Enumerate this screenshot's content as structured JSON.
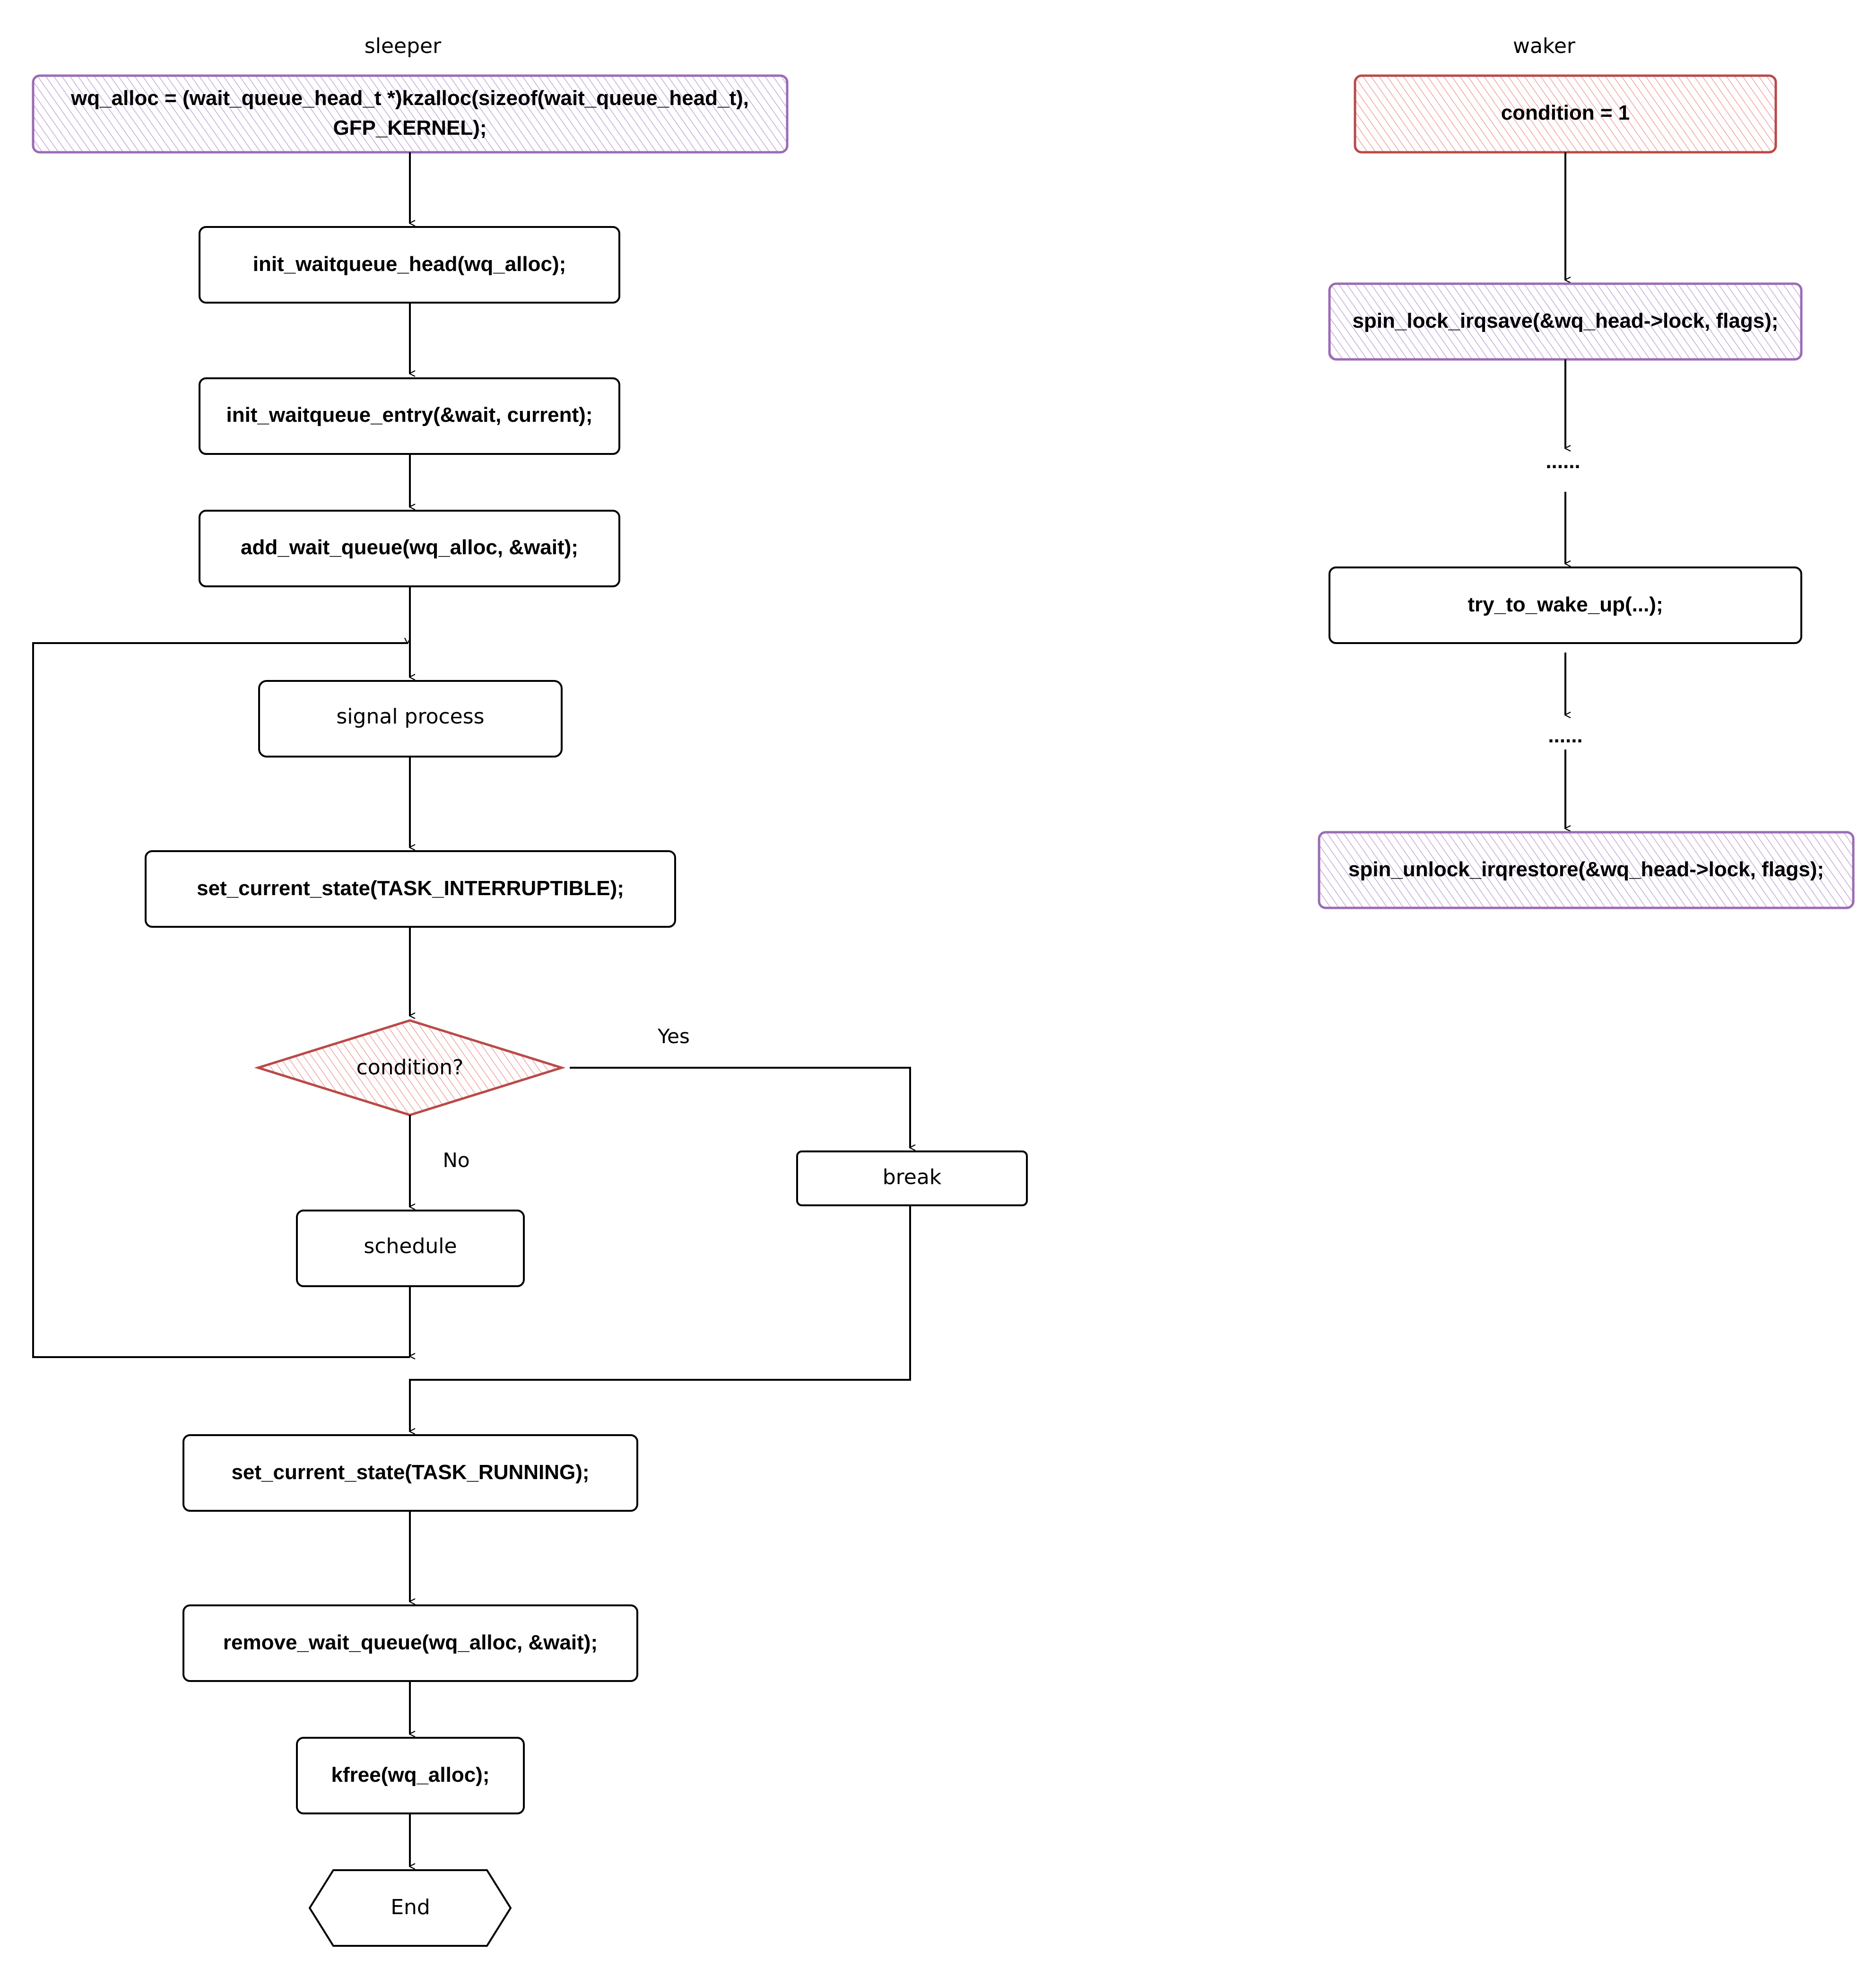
{
  "lanes": {
    "sleeper": "sleeper",
    "waker": "waker"
  },
  "sleeper": {
    "alloc_line1": "wq_alloc = (wait_queue_head_t *)kzalloc(sizeof(wait_queue_head_t),",
    "alloc_line2": "GFP_KERNEL);",
    "init_head": "init_waitqueue_head(wq_alloc);",
    "init_entry": "init_waitqueue_entry(&wait, current);",
    "add_wait": "add_wait_queue(wq_alloc, &wait);",
    "signal": "signal process",
    "set_interruptible": "set_current_state(TASK_INTERRUPTIBLE);",
    "condition": "condition?",
    "yes": "Yes",
    "no": "No",
    "break": "break",
    "schedule": "schedule",
    "set_running": "set_current_state(TASK_RUNNING);",
    "remove_wait": "remove_wait_queue(wq_alloc, &wait);",
    "kfree": "kfree(wq_alloc);",
    "end": "End"
  },
  "waker": {
    "condition_set": "condition = 1",
    "lock": "spin_lock_irqsave(&wq_head->lock, flags);",
    "dots1": "......",
    "wake": "try_to_wake_up(...);",
    "dots2": "......",
    "unlock": "spin_unlock_irqrestore(&wq_head->lock, flags);"
  },
  "colors": {
    "purple_stroke": "#9b6bb5",
    "red_stroke": "#b94a48",
    "line": "#000000"
  }
}
